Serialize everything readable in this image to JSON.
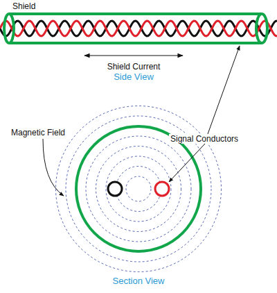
{
  "diagram": {
    "labels": [
      "Shield",
      "Shield Current",
      "Side View",
      "Signal Conductors",
      "Magnetic Field",
      "Section View"
    ]
  }
}
